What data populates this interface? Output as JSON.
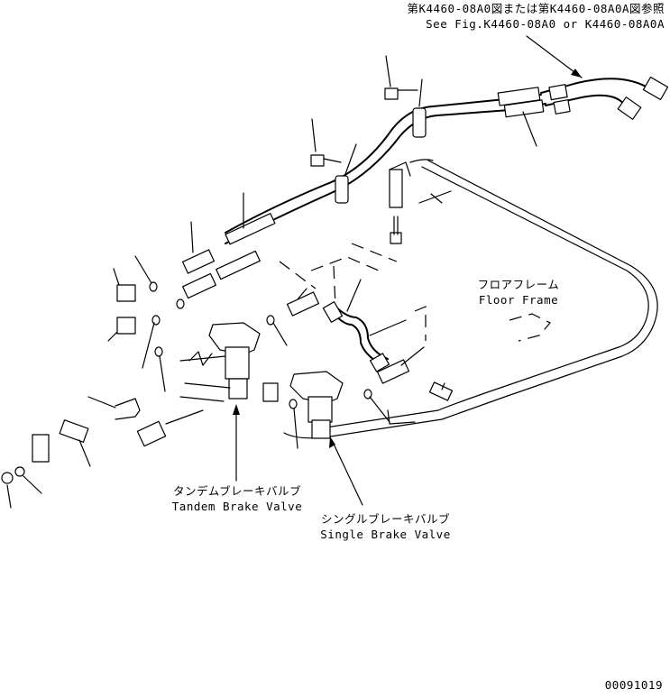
{
  "diagram": {
    "reference_note": {
      "japanese": "第K4460-08A0図または第K4460-08A0A図参照",
      "english": "See Fig.K4460-08A0 or K4460-08A0A"
    },
    "floor_frame": {
      "japanese": "フロアフレーム",
      "english": "Floor Frame"
    },
    "tandem_brake_valve": {
      "japanese": "タンデムブレーキバルブ",
      "english": "Tandem Brake Valve"
    },
    "single_brake_valve": {
      "japanese": "シングルブレーキバルブ",
      "english": "Single Brake Valve"
    },
    "figure_number": "00091019"
  }
}
